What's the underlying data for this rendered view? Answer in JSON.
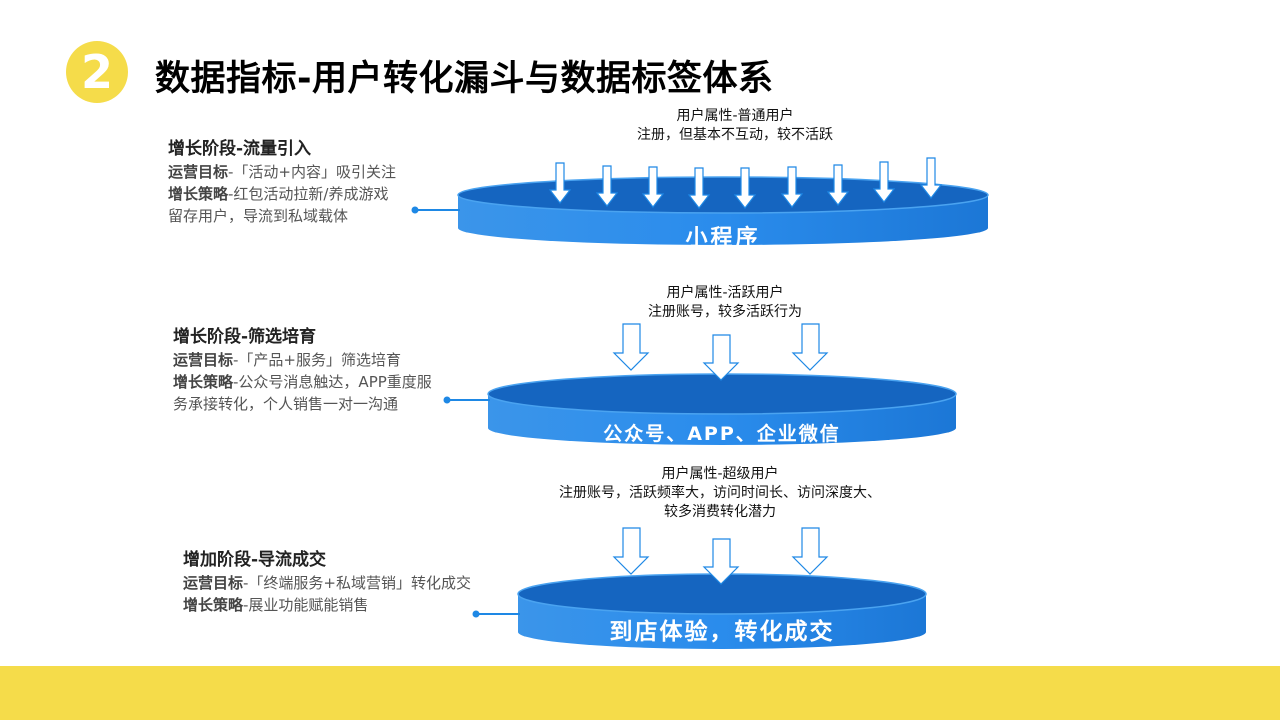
{
  "header": {
    "badge_number": "2",
    "title": "数据指标-用户转化漏斗与数据标签体系"
  },
  "colors": {
    "accent_yellow": "#f5dc4a",
    "disc_blue": "#1e88e5",
    "disc_top": "#1565c0",
    "line_blue": "#1e88e5"
  },
  "stages": [
    {
      "title": "增长阶段-流量引入",
      "goal_key": "运营目标",
      "goal_text": "-「活动+内容」吸引关注",
      "strategy_key": "增长策略",
      "strategy_text": "-红包活动拉新/养成游戏",
      "strategy_text2": "留存用户，导流到私域载体",
      "attr_line1": "用户属性-普通用户",
      "attr_line2": "注册，但基本不互动，较不活跃",
      "disc_label": "小程序"
    },
    {
      "title": "增长阶段-筛选培育",
      "goal_key": "运营目标",
      "goal_text": "-「产品+服务」筛选培育",
      "strategy_key": "增长策略",
      "strategy_text": "-公众号消息触达，APP重度服",
      "strategy_text2": "务承接转化，个人销售一对一沟通",
      "attr_line1": "用户属性-活跃用户",
      "attr_line2": "注册账号，较多活跃行为",
      "disc_label": "公众号、APP、企业微信"
    },
    {
      "title": "增加阶段-导流成交",
      "goal_key": "运营目标",
      "goal_text": "-「终端服务+私域营销」转化成交",
      "strategy_key": "增长策略",
      "strategy_text": "-展业功能赋能销售",
      "attr_line1": "用户属性-超级用户",
      "attr_line2": "注册账号，活跃频率大，访问时间长、访问深度大、",
      "attr_line3": "较多消费转化潜力",
      "disc_label": "到店体验，转化成交"
    }
  ]
}
